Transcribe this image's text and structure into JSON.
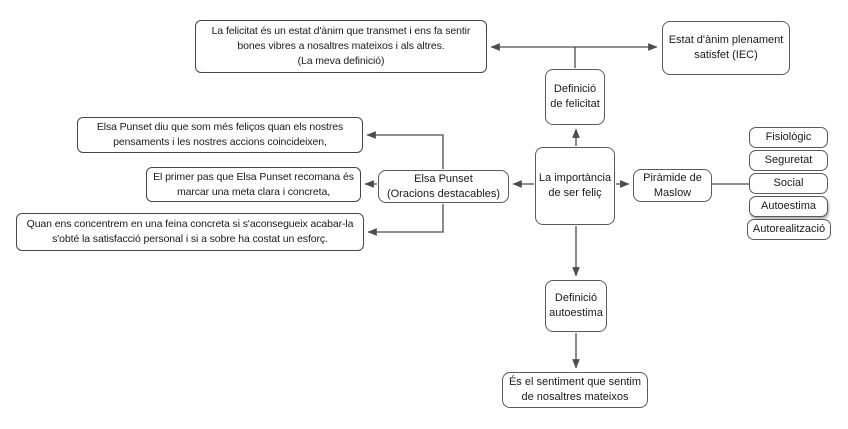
{
  "diagram": {
    "colors": {
      "background": "#ffffff",
      "line": "#4d4d4d",
      "node_border": "#5a5a5a",
      "node_fill": "#ffffff",
      "text": "#1a1a1a"
    },
    "nodes": {
      "definition_own": "La felicitat és un estat d'ànim que transmet i ens fa sentir bones vibres a nosaltres mateixos i als altres.\n(La meva definició)",
      "definition_iec": "Estat d'ànim plenament\nsatisfet (IEC)",
      "definicio_felicitat": "Definició\nde felicitat",
      "hub": "La importància\nde ser feliç",
      "maslow": "Piràmide de\nMaslow",
      "elsa": "Elsa Punset\n(Oracions destacables)",
      "quote_1": "Elsa Punset diu que som més feliços quan els nostres pensaments i les nostres accions coincideixen,",
      "quote_2": "El primer pas que Elsa Punset recomana és marcar una meta clara i concreta,",
      "quote_3": "Quan ens concentrem en una feina concreta si s'aconsegueix acabar-la s'obté la satisfacció personal i si a sobre ha costat un esforç.",
      "definicio_autoestima": "Definició\nautoestima",
      "autoestima_definition": "És el sentiment que sentim\nde nosaltres mateixos",
      "maslow_levels": [
        "Fisiològic",
        "Seguretat",
        "Social",
        "Autoestima",
        "Autorealització"
      ]
    }
  }
}
